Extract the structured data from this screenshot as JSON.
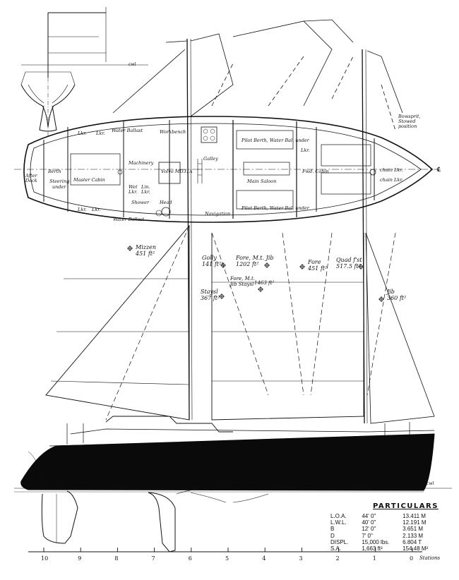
{
  "interior": {
    "after_deck": "After Deck",
    "berth": "Berth",
    "steering": "Steering",
    "under": "under",
    "master_cabin": "Master Cabin",
    "lkr_1": "Lkr.",
    "lkr_2": "Lkr.",
    "lkr_3": "Lkr.",
    "lkr_4": "Lkr.",
    "lkr_5": "Lkr.",
    "water_ballast_top": "Water Ballast",
    "water_ballast_bottom": "Water Ballast",
    "workbench": "Workbench",
    "machinery": "Machinery",
    "volvo": "Volvo MD31A",
    "wet_lkr": "Wet Lkr.",
    "lin_lkr": "Lin. Lkr.",
    "shower": "Shower",
    "head": "Head",
    "galley": "Galley",
    "navigation": "Navigation",
    "pilot_berth_top": "Pilot Berth, Water Bal. under",
    "pilot_berth_bottom": "Pilot Berth, Water Bal. under",
    "main_saloon": "Main Saloon",
    "fwd_cabin": "Fwd. Cabin",
    "chain_lkr_1": "chain Lkr.",
    "chain_lkr_2": "chain Lkr.",
    "bowsprit": "Bowsprit, Stowed position",
    "cwl_top": "cwl",
    "cl_mark": "℄"
  },
  "sails": {
    "mizzen": [
      "Mizzen",
      "451 ft²"
    ],
    "golly": [
      "Golly",
      "141 ft²"
    ],
    "fore_mtl_jib": [
      "Fore, M.t. Jib",
      "1202 ft²"
    ],
    "fore": [
      "Fore",
      "451 ft²"
    ],
    "quad_fst": [
      "Quad f'st",
      "517.5 ft²"
    ],
    "staysl": [
      "Staysl",
      "367 ft²"
    ],
    "fore_jib_staysl": [
      "Fore, M.t.",
      "Jib Staysl",
      "1463 ft²"
    ],
    "jib": [
      "Jib",
      "360 ft²"
    ]
  },
  "profile": {
    "cwl": "cwl"
  },
  "stations": {
    "labels": [
      "10",
      "9",
      "8",
      "7",
      "6",
      "5",
      "4",
      "3",
      "2",
      "1",
      "0"
    ],
    "suffix": "Stations"
  },
  "particulars": {
    "title": "PARTICULARS",
    "rows": [
      [
        "L.O.A.",
        "44' 0\"",
        "13.411 M"
      ],
      [
        "L.W.L.",
        "40' 0\"",
        "12.191 M"
      ],
      [
        "B",
        "12' 0\"",
        "3.651 M"
      ],
      [
        "D",
        "7' 0\"",
        "2.133 M"
      ],
      [
        "DISPL.",
        "15,000 lbs.",
        "6.804 T"
      ],
      [
        "S.A.",
        "1,663 ft²",
        "154.48 M²"
      ]
    ]
  }
}
